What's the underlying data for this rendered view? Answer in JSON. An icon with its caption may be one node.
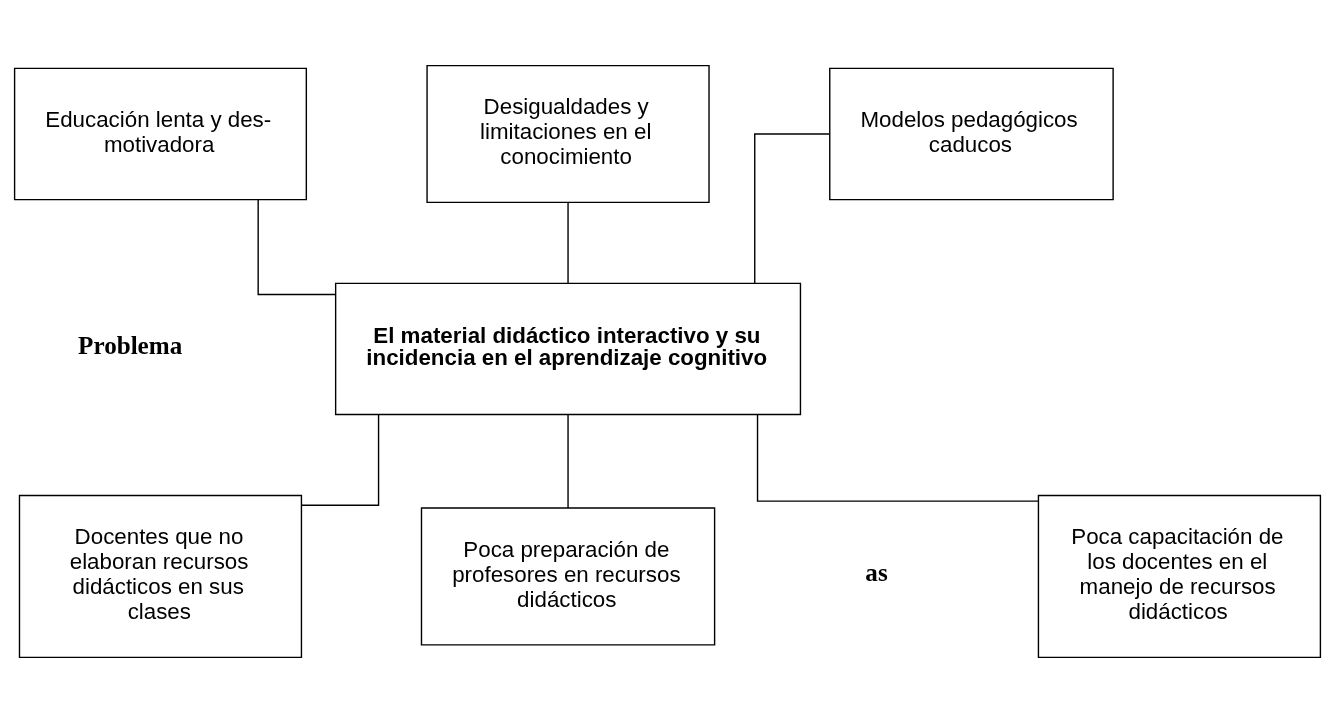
{
  "diagram": {
    "nodes": [
      {
        "text": [
          "Educación lenta y des- motivadora"
        ]
      },
      {
        "text": [
          "Desigualdades y limitaciones en el conocimiento"
        ]
      },
      {
        "text": [
          "Modelos pedagógicos caducos"
        ]
      },
      {
        "text": [
          "El material didáctico interactivo y su incidencia en el aprendizaje cognitivo"
        ]
      },
      {
        "text": [
          "Poca capacitación de los docentes en el manejo de recursos didácticos"
        ]
      },
      {
        "text": [
          "Docentes que no elaboran recursos didácticos en sus clases"
        ]
      },
      {
        "text": [
          "Poca preparación de profesores en recursos didácticos"
        ]
      }
    ],
    "edges": [
      {
        "from": 0,
        "to": 3,
        "arrow": "none"
      },
      {
        "from": 1,
        "to": 3,
        "arrow": "none"
      },
      {
        "from": 2,
        "to": 3,
        "arrow": "none"
      },
      {
        "from": 3,
        "to": 4,
        "arrow": "none"
      },
      {
        "from": 3,
        "to": 5,
        "arrow": "none"
      },
      {
        "from": 3,
        "to": 6,
        "arrow": "none"
      }
    ],
    "labels": [
      "Problema",
      "as"
    ]
  }
}
